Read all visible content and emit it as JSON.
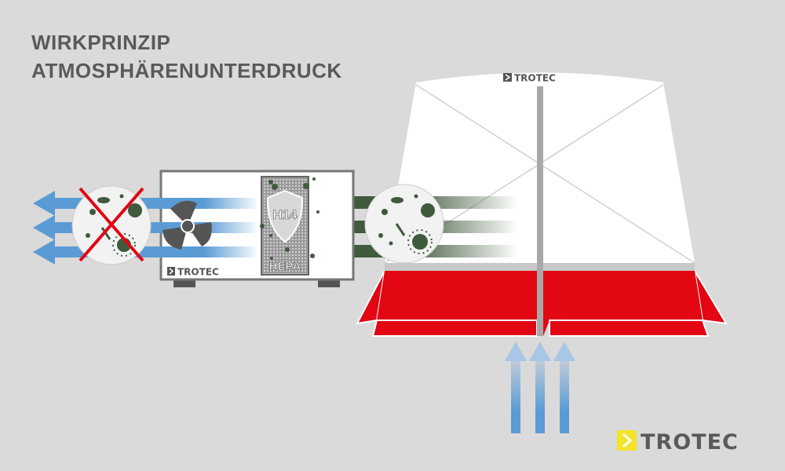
{
  "title": {
    "line1": "WIRKPRINZIP",
    "line2": "ATMOSPHÄRENUNTERDRUCK"
  },
  "tent": {
    "logo_text": "TROTEC"
  },
  "purifier": {
    "logo_text": "TROTEC",
    "filter_class": "H14",
    "filter_type": "HEPA"
  },
  "brand_logo": {
    "text": "TROTEC"
  },
  "colors": {
    "background": "#dadada",
    "red": "#e30613",
    "clean_air": "#5b9bd5",
    "dirty_air": "#3f5a3c",
    "brand_yellow": "#f5e32a",
    "text_gray": "#5a5a5a"
  }
}
